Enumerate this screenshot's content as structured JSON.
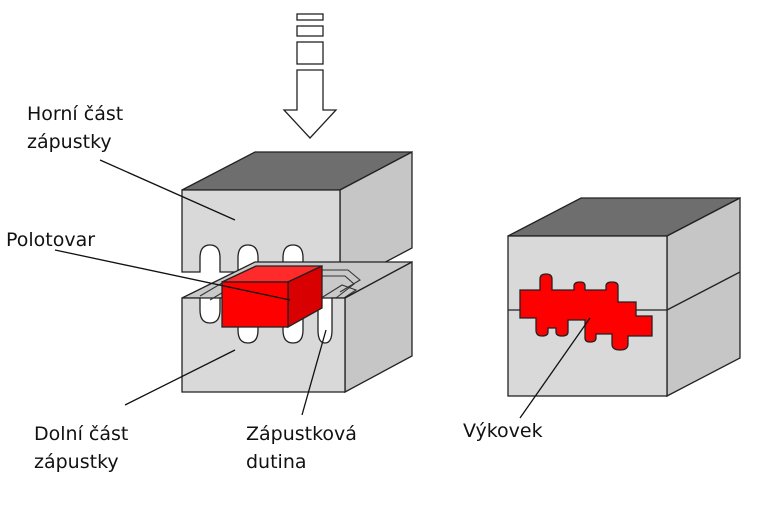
{
  "labels": {
    "upper_die": [
      "Horní část",
      "zápustky"
    ],
    "blank": [
      "Polotovar"
    ],
    "lower_die": [
      "Dolní část",
      "zápustky"
    ],
    "die_cavity": [
      "Zápustková",
      "dutina"
    ],
    "forging": [
      "Výkovek"
    ]
  },
  "colors": {
    "die_front": "#d9d9d9",
    "die_top": "#6e6e6e",
    "die_side": "#c4c4c4",
    "blank": "#ff0000",
    "outline": "#222222",
    "arrow": "#ffffff"
  }
}
